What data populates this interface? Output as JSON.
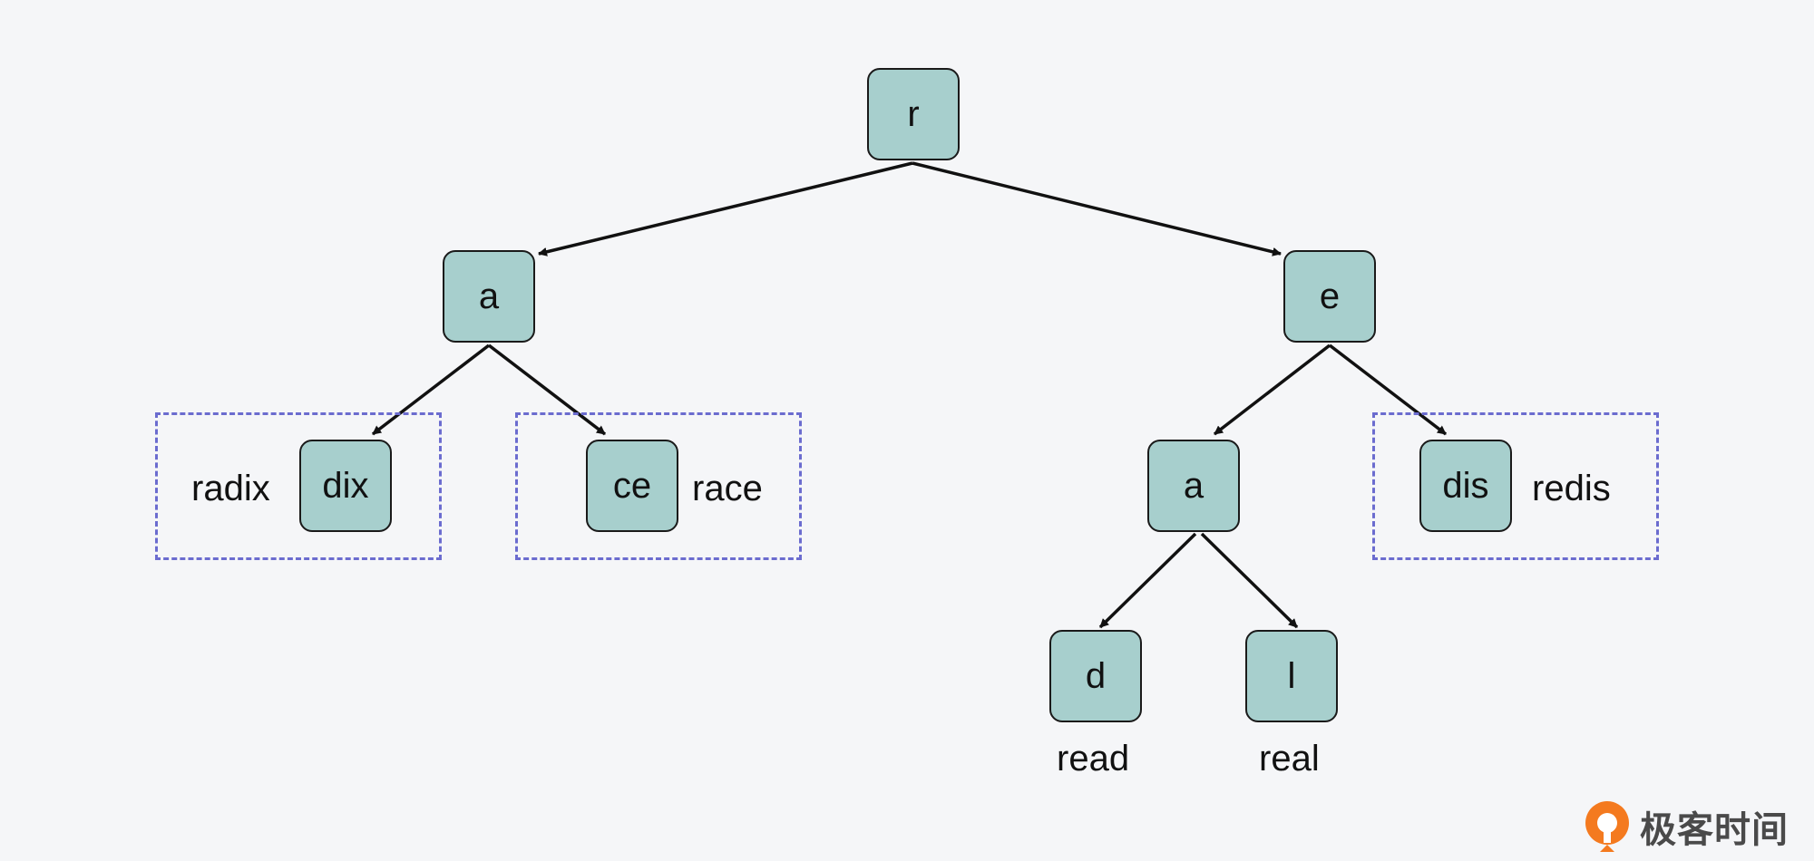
{
  "tree": {
    "nodes": {
      "root": "r",
      "left_a": "a",
      "right_e": "e",
      "dix": "dix",
      "ce": "ce",
      "inner_a": "a",
      "dis": "dis",
      "d": "d",
      "l": "l"
    },
    "words": {
      "radix": "radix",
      "race": "race",
      "redis": "redis",
      "read": "read",
      "real": "real"
    }
  },
  "colors": {
    "node_fill": "#a7cfcd",
    "node_border": "#1a1a1a",
    "edge": "#111111",
    "group_border": "#6b6ccf",
    "background": "#f5f6f8",
    "logo_orange": "#f47a1f"
  },
  "logo": {
    "text": "极客时间",
    "icon": "geektime-logo-icon"
  }
}
